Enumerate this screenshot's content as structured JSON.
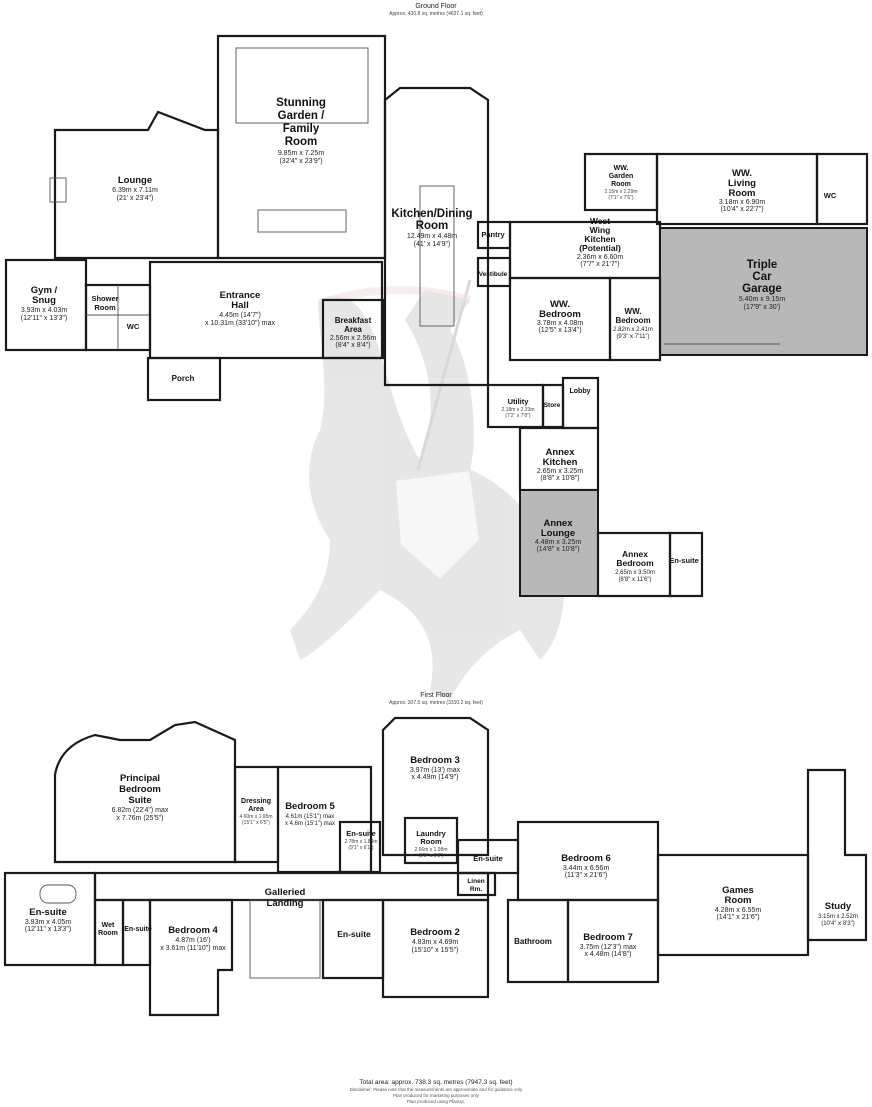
{
  "ground_floor": {
    "heading": "Ground Floor",
    "area_note": "Approx. 430.8 sq. metres (4637.1 sq. feet)",
    "rooms": {
      "garden_room": {
        "name": [
          "Stunning",
          "Garden /",
          "Family",
          "Room"
        ],
        "metric": "9.85m x 7.25m",
        "imperial": "(32'4\" x 23'9\")"
      },
      "lounge": {
        "name": [
          "Lounge"
        ],
        "metric": "6.39m x 7.11m",
        "imperial": "(21' x 23'4\")"
      },
      "gym": {
        "name": [
          "Gym /",
          "Snug"
        ],
        "metric": "3.93m x 4.03m",
        "imperial": "(12'11\" x 13'3\")"
      },
      "shower_room": {
        "name": [
          "Shower",
          "Room"
        ]
      },
      "wc_ground": {
        "name": [
          "WC"
        ]
      },
      "entrance_hall": {
        "name": [
          "Entrance",
          "Hall"
        ],
        "metric": "4.45m (14'7\")",
        "imperial": "x 10.31m (33'10\") max"
      },
      "porch": {
        "name": [
          "Porch"
        ]
      },
      "breakfast_area": {
        "name": [
          "Breakfast",
          "Area"
        ],
        "metric": "2.56m x 2.56m",
        "imperial": "(8'4\" x 8'4\")"
      },
      "kitchen": {
        "name": [
          "Kitchen/Dining",
          "Room"
        ],
        "metric": "12.49m x 4.48m",
        "imperial": "(41' x 14'9\")"
      },
      "pantry": {
        "name": [
          "Pantry"
        ]
      },
      "vestibule": {
        "name": [
          "Vestibule"
        ]
      },
      "ww_garden_room": {
        "name": [
          "WW.",
          "Garden",
          "Room"
        ],
        "metric": "2.15m x 2.29m",
        "imperial": "(7'1\" x 7'6\")"
      },
      "ww_living_room": {
        "name": [
          "WW.",
          "Living",
          "Room"
        ],
        "metric": "3.18m x 6.90m",
        "imperial": "(10'4\" x 22'7\")"
      },
      "wc_west": {
        "name": [
          "WC"
        ]
      },
      "west_wing_kitchen": {
        "name": [
          "West",
          "Wing",
          "Kitchen",
          "(Potential)"
        ],
        "metric": "2.36m x 6.60m",
        "imperial": "(7'7\" x 21'7\")"
      },
      "triple_garage": {
        "name": [
          "Triple",
          "Car",
          "Garage"
        ],
        "metric": "5.40m x 9.15m",
        "imperial": "(17'9\" x 30')"
      },
      "ww_bedroom_1": {
        "name": [
          "WW.",
          "Bedroom"
        ],
        "metric": "3.78m x 4.08m",
        "imperial": "(12'5\" x 13'4\")"
      },
      "ww_bedroom_2": {
        "name": [
          "WW.",
          "Bedroom"
        ],
        "metric": "2.82m x 2.41m",
        "imperial": "(9'3\" x 7'11\")"
      },
      "utility": {
        "name": [
          "Utility"
        ],
        "metric": "2.18m x 2.33m",
        "imperial": "(7'2\" x 7'8\")"
      },
      "store": {
        "name": [
          "Store"
        ]
      },
      "lobby": {
        "name": [
          "Lobby"
        ]
      },
      "annex_kitchen": {
        "name": [
          "Annex",
          "Kitchen"
        ],
        "metric": "2.65m x 3.25m",
        "imperial": "(8'8\" x 10'8\")"
      },
      "annex_lounge": {
        "name": [
          "Annex",
          "Lounge"
        ],
        "metric": "4.48m x 3.25m",
        "imperial": "(14'8\" x 10'8\")"
      },
      "annex_bedroom": {
        "name": [
          "Annex",
          "Bedroom"
        ],
        "metric": "2.65m x 3.50m",
        "imperial": "(8'8\" x 11'6\")"
      },
      "annex_ensuite": {
        "name": [
          "En-suite"
        ]
      }
    }
  },
  "first_floor": {
    "heading": "First Floor",
    "area_note": "Approx. 307.5 sq. metres (3310.2 sq. feet)",
    "rooms": {
      "principal": {
        "name": [
          "Principal",
          "Bedroom",
          "Suite"
        ],
        "metric": "6.82m (22'4\") max",
        "imperial": "x 7.76m (25'5\")"
      },
      "dressing": {
        "name": [
          "Dressing",
          "Area"
        ],
        "metric": "4.60m x 1.95m",
        "imperial": "(15'1\" x 6'5\")"
      },
      "bedroom5": {
        "name": [
          "Bedroom 5"
        ],
        "metric": "4.61m (15'1\") max",
        "imperial": "x 4.6m (15'1\") max"
      },
      "ensuite_b5": {
        "name": [
          "En-suite"
        ],
        "metric": "2.78m x 1.84m",
        "imperial": "(9'1\" x 6'1\")"
      },
      "bedroom3": {
        "name": [
          "Bedroom 3"
        ],
        "metric": "3.97m (13') max",
        "imperial": "x 4.49m (14'9\")"
      },
      "laundry": {
        "name": [
          "Laundry",
          "Room"
        ],
        "metric": "2.66m x 1.98m",
        "imperial": "(8'9\" x 6'6\")"
      },
      "ensuite_b3": {
        "name": [
          "En-suite"
        ]
      },
      "linen": {
        "name": [
          "Linen",
          "Rm."
        ]
      },
      "bedroom6": {
        "name": [
          "Bedroom 6"
        ],
        "metric": "3.44m x 6.56m",
        "imperial": "(11'3\" x 21'6\")"
      },
      "games": {
        "name": [
          "Games",
          "Room"
        ],
        "metric": "4.28m x 6.55m",
        "imperial": "(14'1\" x 21'6\")"
      },
      "study": {
        "name": [
          "Study"
        ],
        "metric": "3.15m x 2.52m",
        "imperial": "(10'4\" x 8'3\")"
      },
      "ensuite_principal": {
        "name": [
          "En-suite"
        ],
        "metric": "3.93m x 4.05m",
        "imperial": "(12'11\" x 13'3\")"
      },
      "wet_room": {
        "name": [
          "Wet",
          "Room"
        ]
      },
      "ensuite_b4": {
        "name": [
          "En-suite"
        ]
      },
      "bedroom4": {
        "name": [
          "Bedroom 4"
        ],
        "metric": "4.87m (16')",
        "imperial": "x 3.61m (11'10\") max"
      },
      "galleried": {
        "name": [
          "Galleried",
          "Landing"
        ]
      },
      "ensuite_b2": {
        "name": [
          "En-suite"
        ]
      },
      "bedroom2": {
        "name": [
          "Bedroom 2"
        ],
        "metric": "4.83m x 4.69m",
        "imperial": "(15'10\" x 15'5\")"
      },
      "bathroom": {
        "name": [
          "Bathroom"
        ]
      },
      "bedroom7": {
        "name": [
          "Bedroom 7"
        ],
        "metric": "3.75m (12'3\") max",
        "imperial": "x 4.48m (14'8\")"
      }
    }
  },
  "footer": {
    "total": "Total area: approx. 738.3 sq. metres (7947.3 sq. feet)",
    "disclaimer_1": "Disclaimer: Please note that the measurements are approximate and for guidance only",
    "disclaimer_2": "Plan produced for marketing purposes only",
    "disclaimer_3": "Plan produced using PlanUp."
  },
  "colors": {
    "wall": "#1a1a1a",
    "garage_fill": "#b8b8b8",
    "watermark": "#c9c9c9",
    "watermark_accent": "#e2bcbc"
  },
  "watermark_icon": "knight-on-horse-icon"
}
